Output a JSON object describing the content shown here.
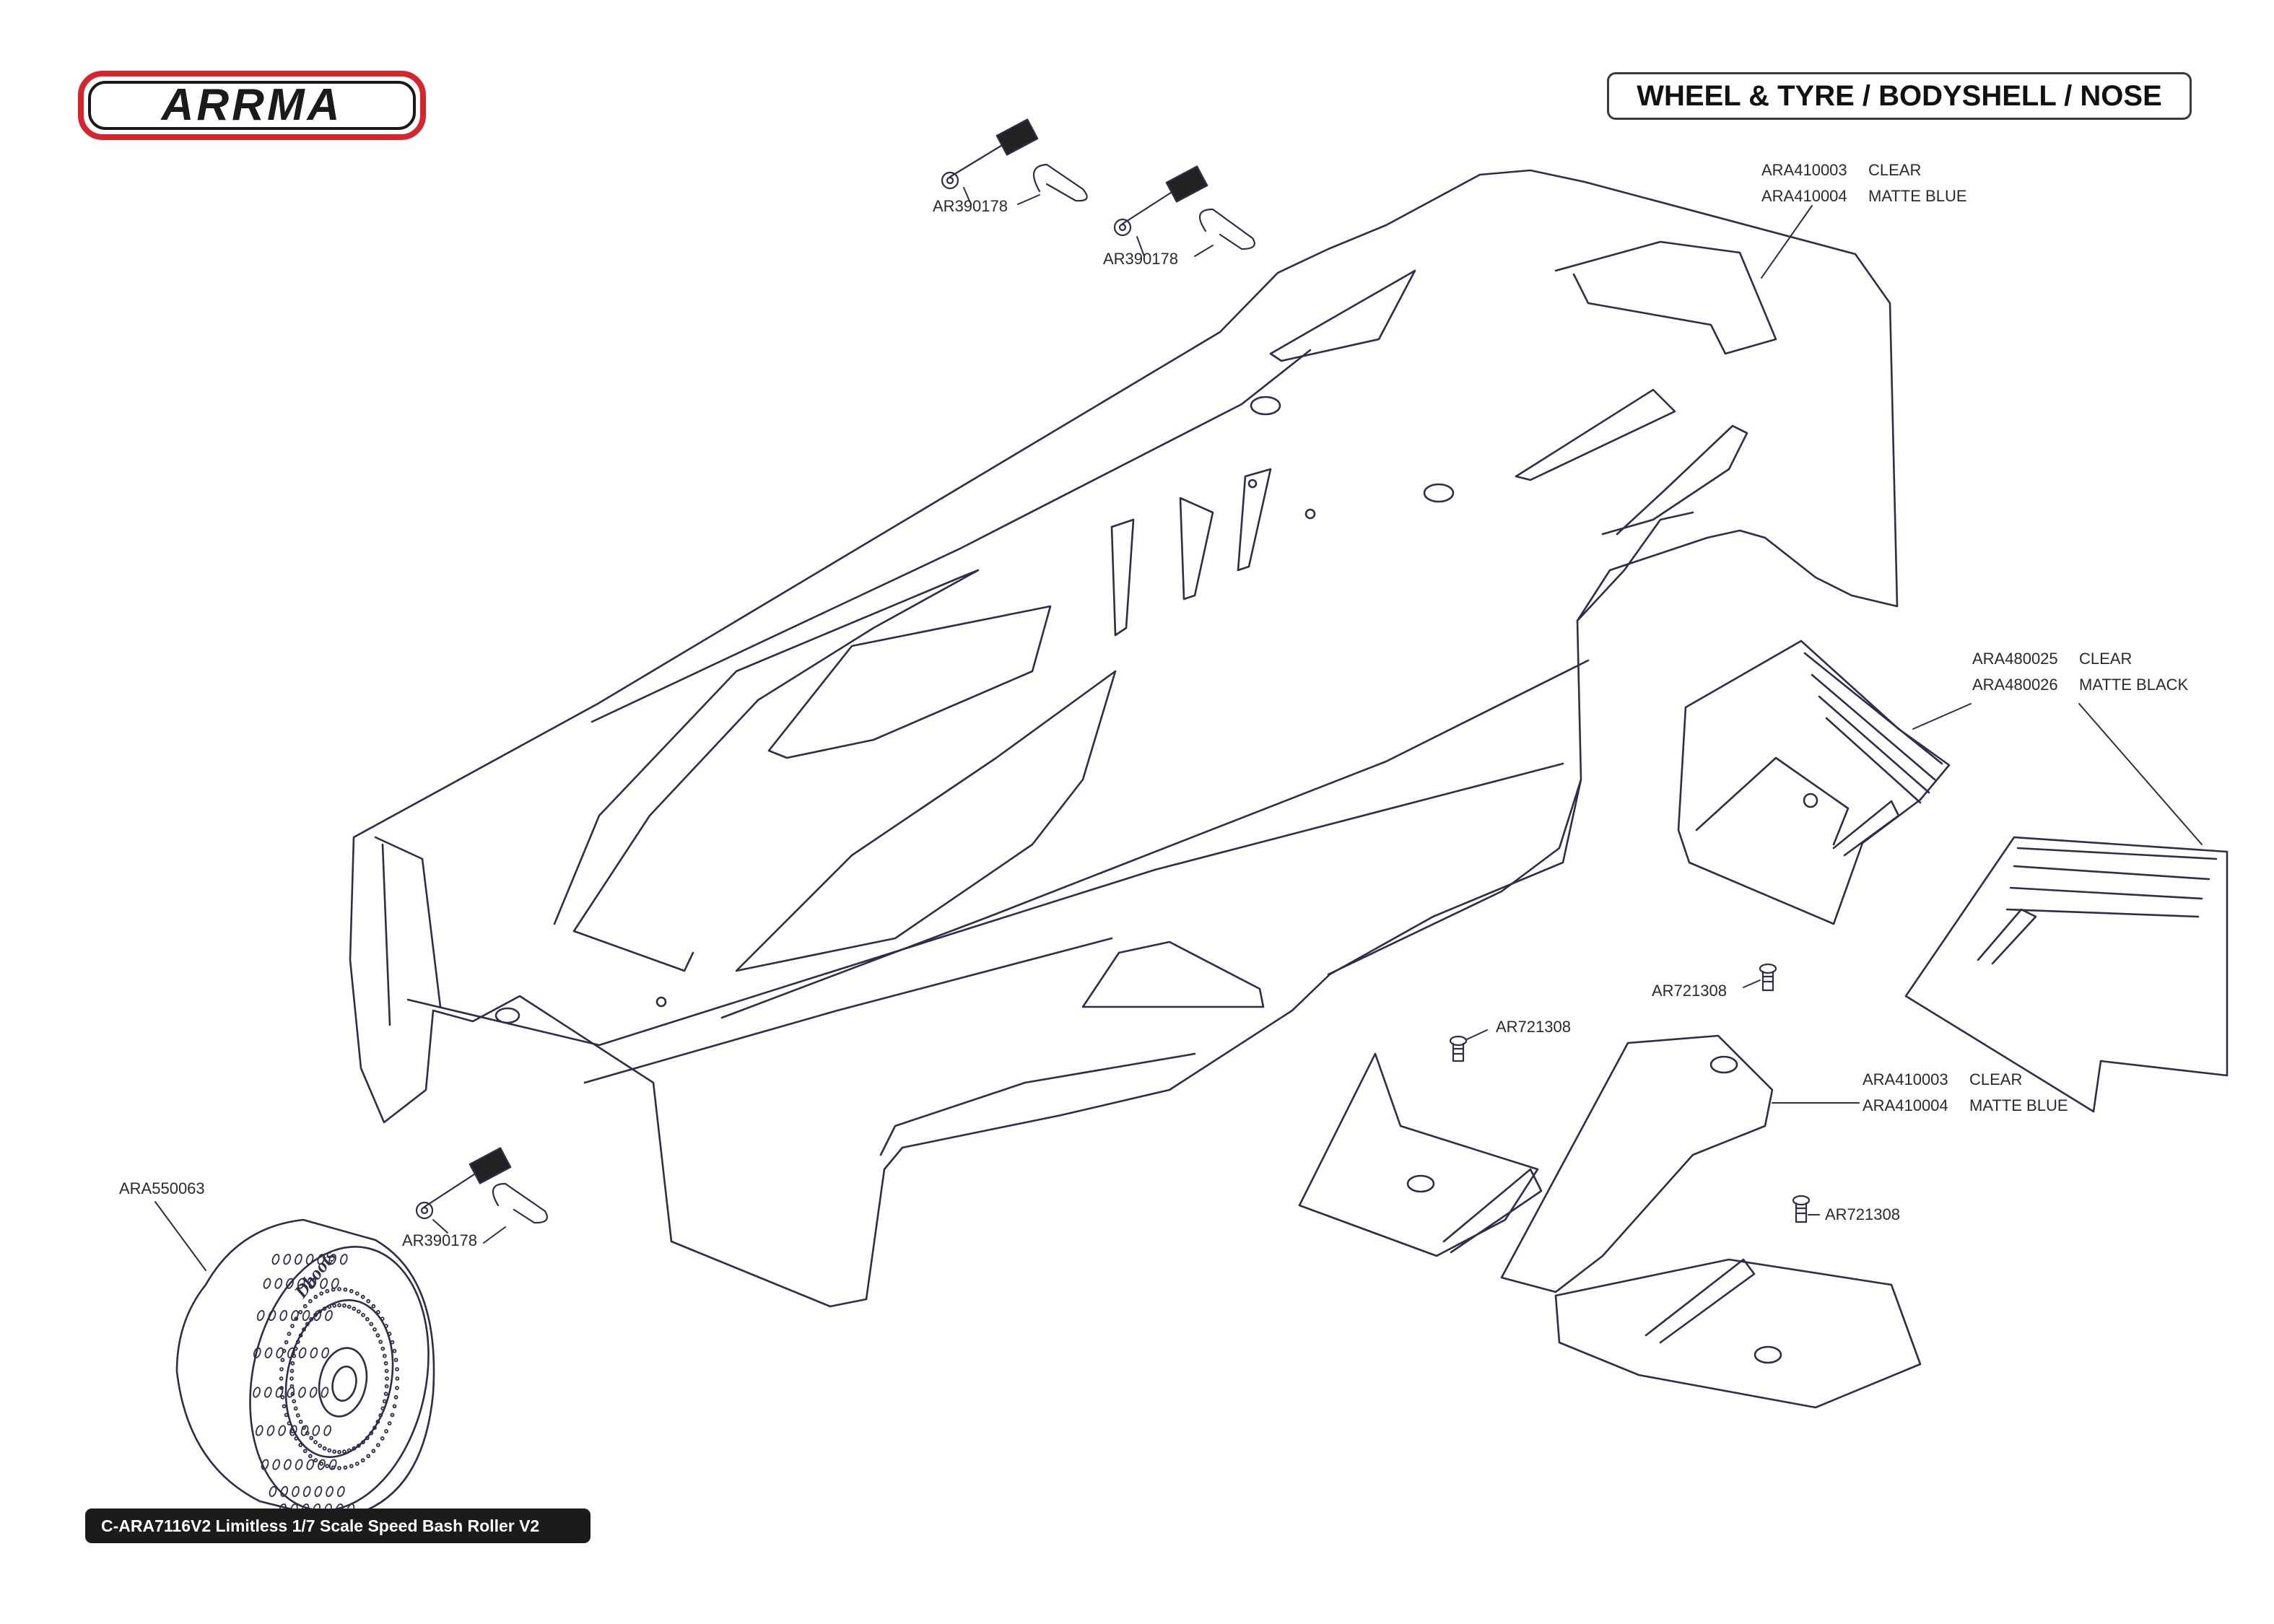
{
  "header": {
    "brand": "ARRMA",
    "section_title": "WHEEL & TYRE / BODYSHELL / NOSE"
  },
  "footer": {
    "model_label": "C-ARA7116V2 Limitless 1/7 Scale Speed Bash Roller V2"
  },
  "colors": {
    "logo_red": "#d9242b",
    "line_art": "#2e2d4a",
    "footer_bg": "#1b1b1b"
  },
  "callouts": {
    "body_pin_1": "AR390178",
    "body_pin_2": "AR390178",
    "body_pin_3": "AR390178",
    "tyre": "ARA550063",
    "screw_1": "AR721308",
    "screw_2": "AR721308",
    "screw_3": "AR721308"
  },
  "bodyshell_parts": [
    {
      "part": "ARA410003",
      "finish": "CLEAR"
    },
    {
      "part": "ARA410004",
      "finish": "MATTE BLUE"
    }
  ],
  "wing_parts": [
    {
      "part": "ARA480025",
      "finish": "CLEAR"
    },
    {
      "part": "ARA480026",
      "finish": "MATTE BLACK"
    }
  ],
  "nose_parts": [
    {
      "part": "ARA410003",
      "finish": "CLEAR"
    },
    {
      "part": "ARA410004",
      "finish": "MATTE BLUE"
    }
  ],
  "tyre_sidewall": {
    "brand_text": "Dboots"
  }
}
